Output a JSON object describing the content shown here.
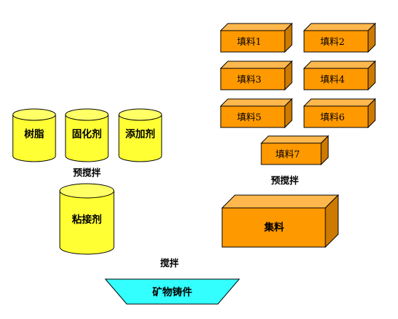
{
  "colors": {
    "cylinder_fill": "#ffff33",
    "cylinder_top": "#ffff66",
    "box_front": "#ff9900",
    "box_top": "#ffb84d",
    "box_side": "#cc7a00",
    "trapezoid": "#33ffff",
    "outline": "#000000"
  },
  "cylinders": [
    {
      "label": "树脂"
    },
    {
      "label": "固化剂"
    },
    {
      "label": "添加剂"
    },
    {
      "label": "粘接剂"
    }
  ],
  "fillers": [
    {
      "label": "填料1"
    },
    {
      "label": "填料2"
    },
    {
      "label": "填料3"
    },
    {
      "label": "填料4"
    },
    {
      "label": "填料5"
    },
    {
      "label": "填料6"
    },
    {
      "label": "填料7"
    }
  ],
  "aggregate": {
    "label": "集料"
  },
  "labels": {
    "premix_left": "预搅拌",
    "premix_right": "预搅拌",
    "mix": "搅拌"
  },
  "product": {
    "label": "矿物铸件"
  }
}
